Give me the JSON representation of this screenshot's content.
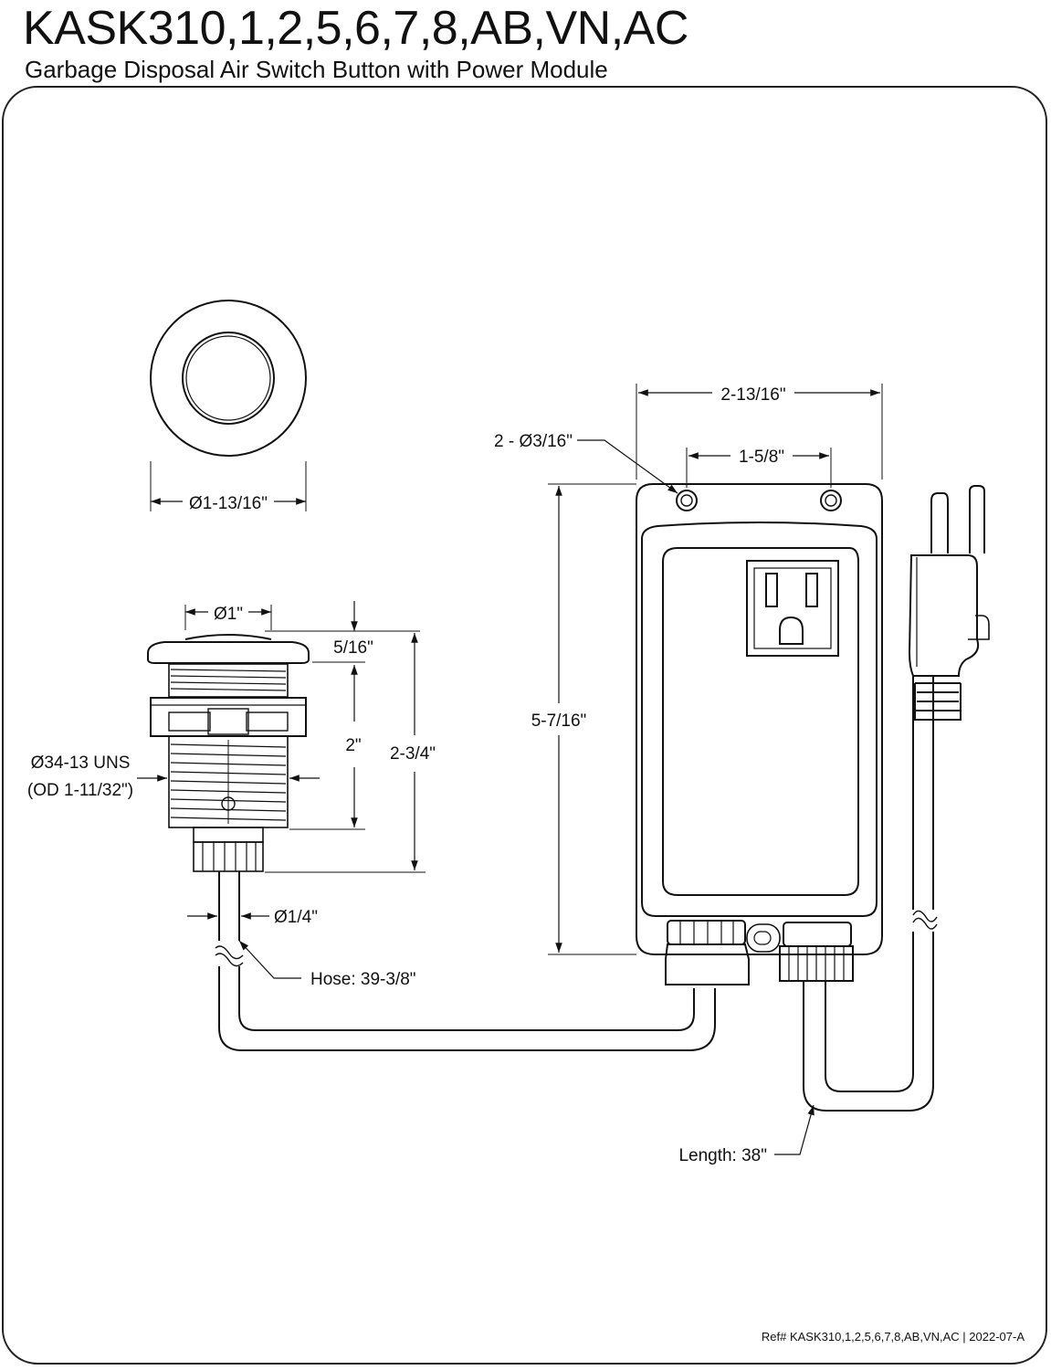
{
  "header": {
    "title": "KASK310,1,2,5,6,7,8,AB,VN,AC",
    "subtitle": "Garbage Disposal Air Switch Button with Power Module"
  },
  "dimensions": {
    "button_flange_diameter": "Ø1-13/16\"",
    "button_top_diameter": "Ø1\"",
    "flange_height": "5/16\"",
    "thread_length": "2\"",
    "total_height": "2-3/4\"",
    "thread_spec": "Ø34-13 UNS",
    "thread_od": "(OD 1-11/32\")",
    "hose_diameter": "Ø1/4\"",
    "hose_length": "Hose: 39-3/8\"",
    "module_width": "2-13/16\"",
    "mounting_holes": "2 - Ø3/16\"",
    "hole_spacing": "1-5/8\"",
    "module_height": "5-7/16\"",
    "cord_length": "Length: 38\""
  },
  "footer": {
    "reference": "Ref# KASK310,1,2,5,6,7,8,AB,VN,AC | 2022-07-A"
  }
}
